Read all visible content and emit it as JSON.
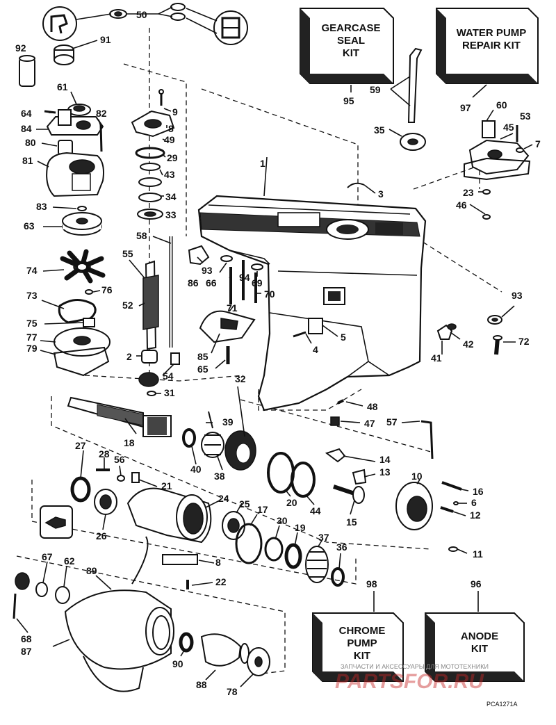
{
  "kits": {
    "gearcase_seal": {
      "number": "95",
      "lines": [
        "GEARCASE",
        "SEAL",
        "KIT"
      ]
    },
    "water_pump_repair": {
      "number": "97",
      "lines": [
        "WATER PUMP",
        "REPAIR KIT"
      ]
    },
    "chrome_pump": {
      "number": "98",
      "lines": [
        "CHROME",
        "PUMP",
        "KIT"
      ]
    },
    "anode": {
      "number": "96",
      "lines": [
        "ANODE",
        "KIT"
      ]
    }
  },
  "callouts": {
    "c1": "1",
    "c2": "2",
    "c3": "3",
    "c4": "4",
    "c5": "5",
    "c6": "6",
    "c7": "7",
    "c8a": "8",
    "c8b": "8",
    "c9": "9",
    "c10": "10",
    "c11": "11",
    "c12": "12",
    "c13": "13",
    "c14": "14",
    "c15": "15",
    "c16": "16",
    "c17": "17",
    "c18": "18",
    "c19": "19",
    "c20": "20",
    "c21": "21",
    "c22": "22",
    "c23": "23",
    "c24": "24",
    "c25": "25",
    "c26": "26",
    "c27": "27",
    "c28": "28",
    "c29": "29",
    "c30": "30",
    "c31": "31",
    "c32": "32",
    "c33": "33",
    "c34": "34",
    "c35": "35",
    "c36": "36",
    "c37": "37",
    "c38": "38",
    "c39": "39",
    "c40": "40",
    "c41": "41",
    "c42": "42",
    "c43": "43",
    "c44": "44",
    "c45": "45",
    "c46": "46",
    "c47": "47",
    "c48": "48",
    "c49": "49",
    "c50": "50",
    "c52": "52",
    "c53": "53",
    "c54": "54",
    "c55": "55",
    "c56": "56",
    "c57": "57",
    "c58": "58",
    "c59": "59",
    "c60": "60",
    "c61": "61",
    "c62": "62",
    "c63": "63",
    "c64": "64",
    "c65": "65",
    "c66": "66",
    "c67": "67",
    "c68": "68",
    "c69": "69",
    "c70": "70",
    "c71": "71",
    "c72": "72",
    "c73": "73",
    "c74": "74",
    "c75": "75",
    "c76": "76",
    "c77": "77",
    "c78": "78",
    "c79": "79",
    "c80": "80",
    "c81": "81",
    "c82": "82",
    "c83": "83",
    "c84": "84",
    "c85": "85",
    "c86": "86",
    "c87": "87",
    "c88": "88",
    "c89": "89",
    "c90": "90",
    "c91": "91",
    "c92": "92",
    "c93a": "93",
    "c93b": "93",
    "c94": "94"
  },
  "watermark": {
    "text_ru": "ЗАПЧАСТИ И АКСЕССУАРЫ ДЛЯ МОТОТЕХНИКИ",
    "logo": "PARTSFOR.RU"
  },
  "figure_code": "PCA1271A"
}
